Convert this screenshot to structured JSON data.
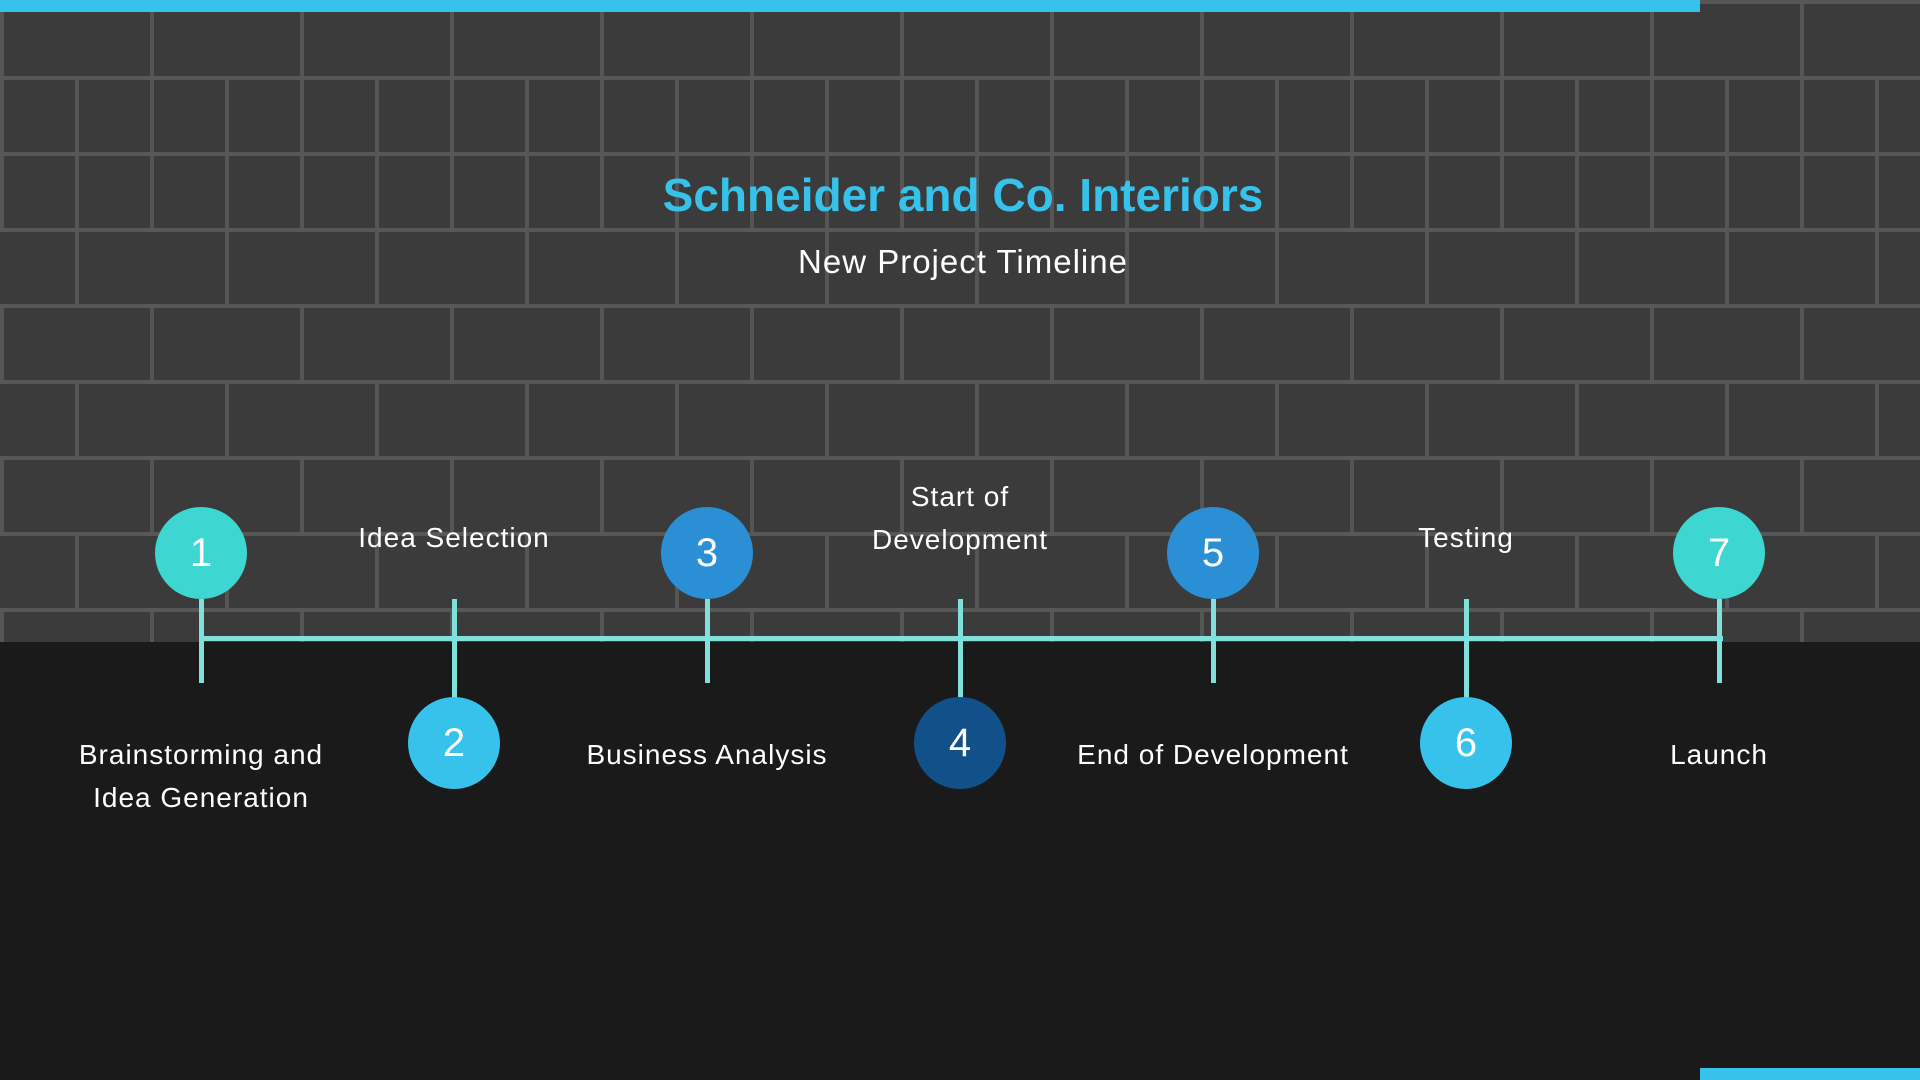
{
  "header": {
    "title": "Schneider and Co. Interiors",
    "subtitle": "New Project Timeline"
  },
  "colors": {
    "accent": "#36c2ea",
    "line": "#7fe0dc",
    "teal": "#3dd6d0",
    "blue": "#2b8fd6",
    "navy": "#12508a"
  },
  "steps": [
    {
      "number": "1",
      "label": "Brainstorming and Idea Generation",
      "position": "top-circle",
      "color": "#3dd6d0"
    },
    {
      "number": "2",
      "label": "Idea Selection",
      "position": "bottom-circle",
      "color": "#36c2ea"
    },
    {
      "number": "3",
      "label": "Business Analysis",
      "position": "top-circle",
      "color": "#2b8fd6"
    },
    {
      "number": "4",
      "label": "Start of Development",
      "position": "bottom-circle",
      "color": "#12508a"
    },
    {
      "number": "5",
      "label": "End of Development",
      "position": "top-circle",
      "color": "#2b8fd6"
    },
    {
      "number": "6",
      "label": "Testing",
      "position": "bottom-circle",
      "color": "#36c2ea"
    },
    {
      "number": "7",
      "label": "Launch",
      "position": "top-circle",
      "color": "#3dd6d0"
    }
  ]
}
